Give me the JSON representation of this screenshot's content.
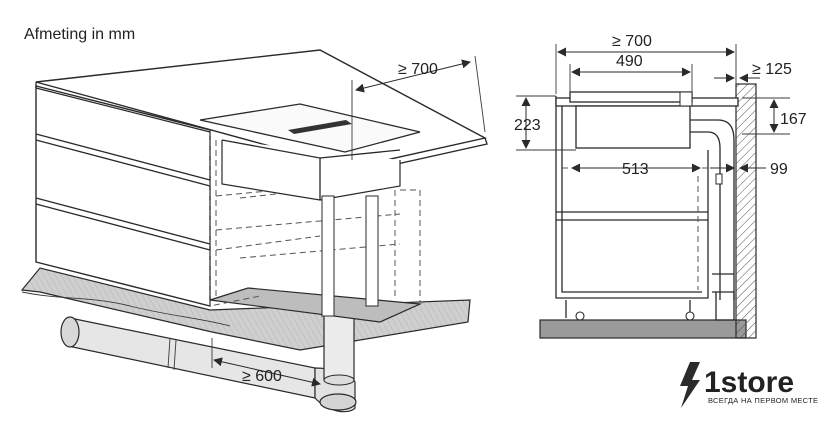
{
  "title": "Afmeting in mm",
  "dimensions": {
    "left_depth": "≥ 700",
    "left_duct": "≥ 600",
    "right_width": "≥ 700",
    "right_cutout": "490",
    "right_wall_gap": "≥ 125",
    "right_height": "223",
    "right_duct_height": "167",
    "right_inner": "513",
    "right_duct_depth": "99"
  },
  "logo": {
    "name": "1store",
    "tagline": "ВСЕГДА НА ПЕРВОМ МЕСТЕ"
  },
  "colors": {
    "line": "#2a2a2a",
    "floor": "#c8c8c8",
    "floor_dark": "#9a9a9a",
    "logo": "#2b2b2b"
  }
}
